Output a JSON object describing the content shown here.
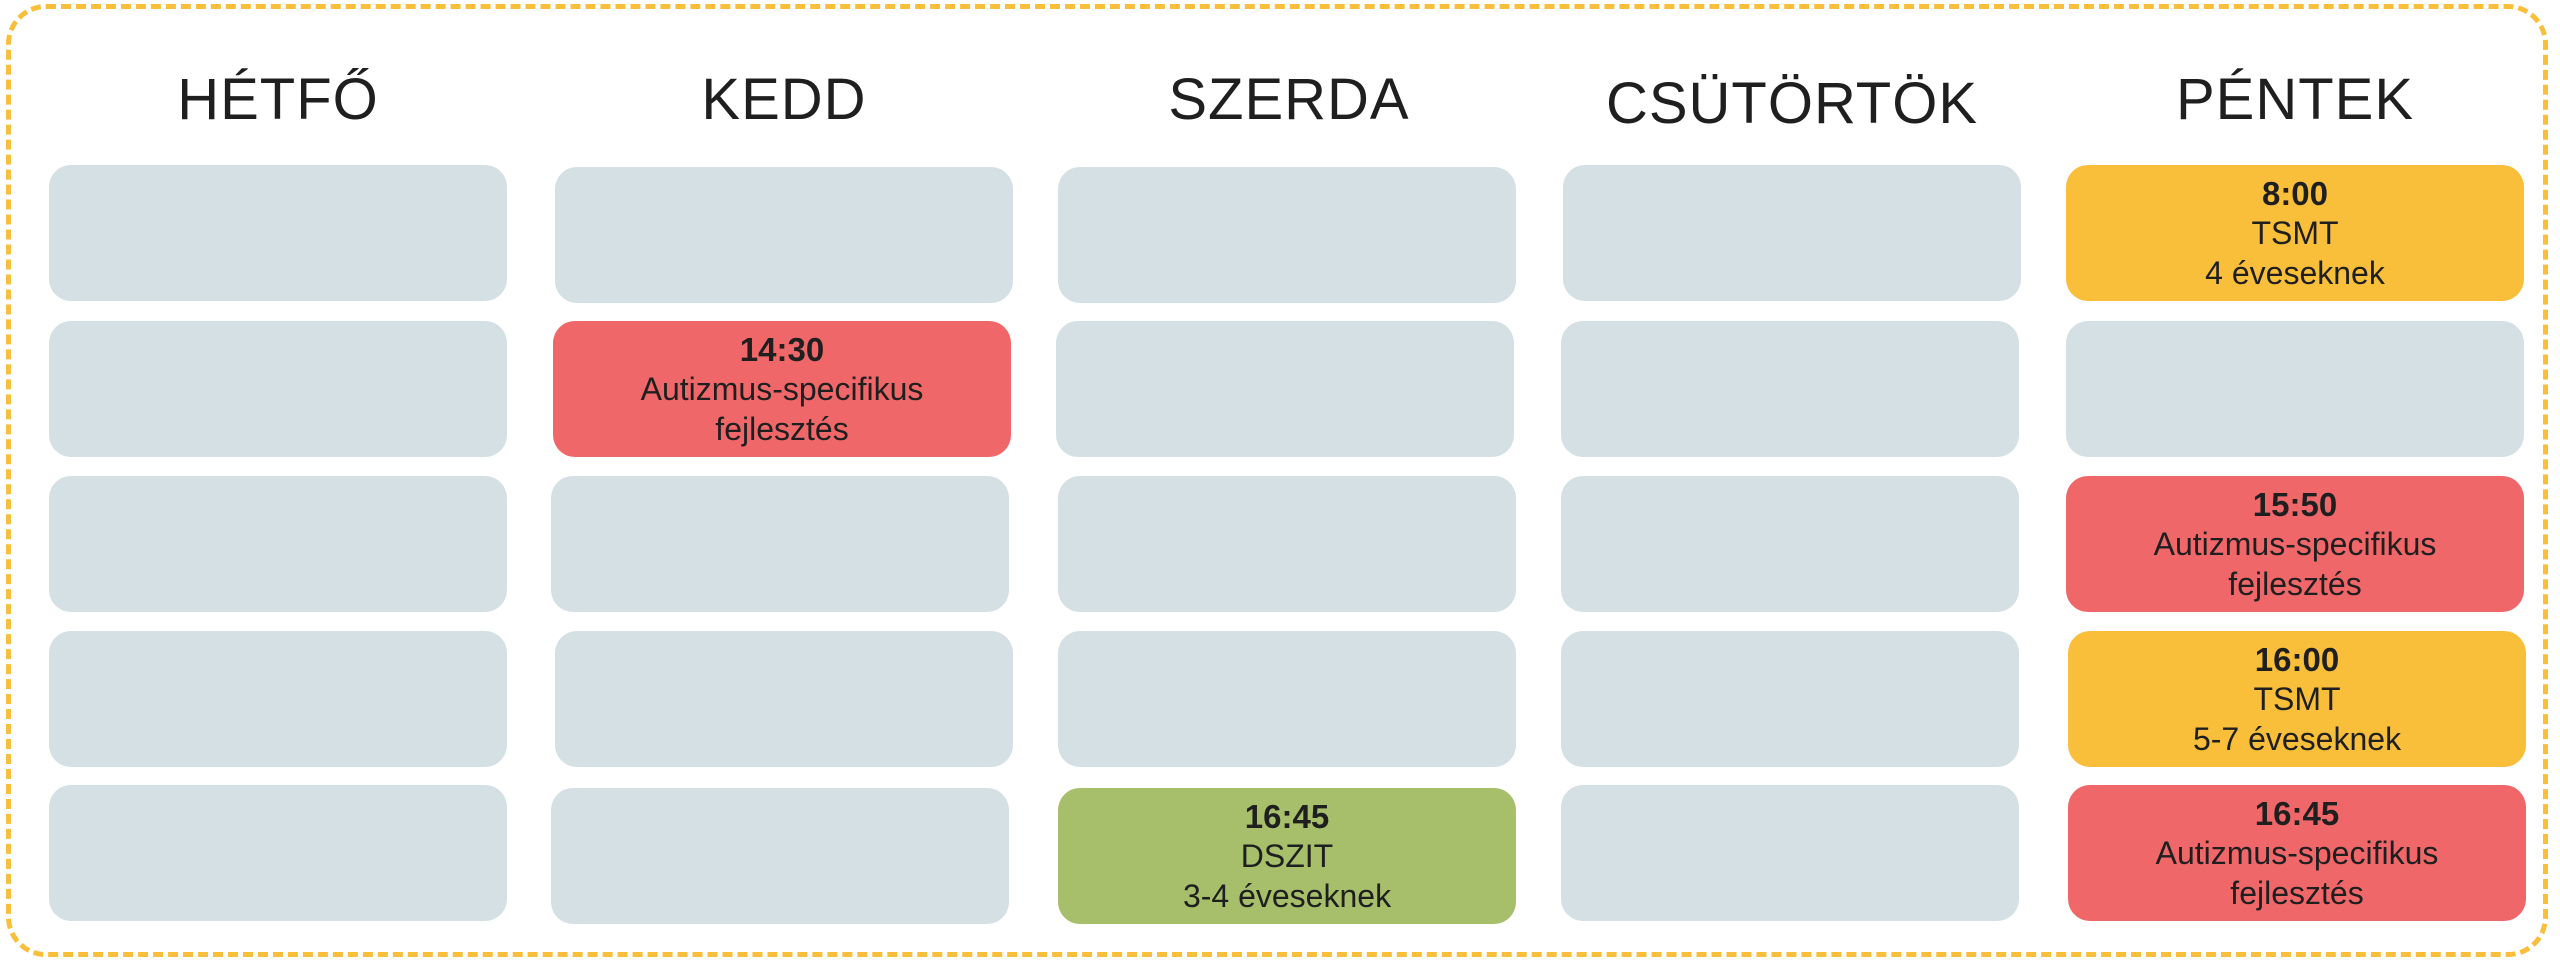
{
  "days": [
    {
      "name": "HÉTFŐ"
    },
    {
      "name": "KEDD"
    },
    {
      "name": "SZERDA"
    },
    {
      "name": "CSÜTÖRTÖK"
    },
    {
      "name": "PÉNTEK"
    }
  ],
  "events": {
    "kedd_1430": {
      "time": "14:30",
      "line1": "Autizmus-specifikus",
      "line2": "fejlesztés",
      "color": "#f0676a"
    },
    "szerda_1645": {
      "time": "16:45",
      "line1": "DSZIT",
      "line2": "3-4 éveseknek",
      "color": "#a7bf6b"
    },
    "pentek_0800": {
      "time": "8:00",
      "line1": "TSMT",
      "line2": "4 éveseknek",
      "color": "#f9bf3b"
    },
    "pentek_1550": {
      "time": "15:50",
      "line1": "Autizmus-specifikus",
      "line2": "fejlesztés",
      "color": "#f0676a"
    },
    "pentek_1600": {
      "time": "16:00",
      "line1": "TSMT",
      "line2": "5-7 éveseknek",
      "color": "#f9bf3b"
    },
    "pentek_1645": {
      "time": "16:45",
      "line1": "Autizmus-specifikus",
      "line2": "fejlesztés",
      "color": "#f0676a"
    }
  },
  "colors": {
    "frame_border": "#f9bf3b",
    "empty_slot": "#d5e0e4",
    "orange": "#f9bf3b",
    "red": "#f0676a",
    "green": "#a7bf6b"
  }
}
